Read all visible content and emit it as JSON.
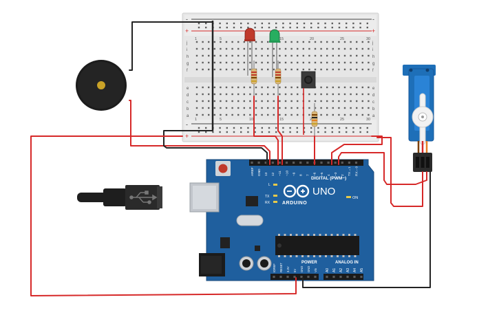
{
  "breadboard": {
    "row_letters_top": [
      "j",
      "i",
      "h",
      "g",
      "f"
    ],
    "row_letters_bottom": [
      "e",
      "d",
      "c",
      "b",
      "a"
    ],
    "column_numbers": [
      "1",
      "5",
      "10",
      "15",
      "20",
      "25",
      "30"
    ],
    "rail_plus": "+",
    "rail_minus": "-"
  },
  "arduino": {
    "brand": "ARDUINO",
    "model": "UNO",
    "on_label": "ON",
    "l_label": "L",
    "tx_label": "TX",
    "rx_label": "RX",
    "digital_label": "DIGITAL (PWM~)",
    "power_label": "POWER",
    "analog_label": "ANALOG IN",
    "header_top": [
      "AREF",
      "GND",
      "13",
      "12",
      "~11",
      "~10",
      "~9",
      "8",
      "7",
      "~6",
      "~5",
      "4",
      "~3",
      "2",
      "TX→1",
      "RX←0"
    ],
    "header_power": [
      "IOREF",
      "RESET",
      "3.3V",
      "5V",
      "GND",
      "GND",
      "Vin"
    ],
    "header_analog": [
      "A0",
      "A1",
      "A2",
      "A3",
      "A4",
      "A5"
    ]
  },
  "components": {
    "led_red": "#c0392b",
    "led_green": "#27ae60",
    "board_blue": "#1f5f9e",
    "servo_blue": "#1e6fb8",
    "wire_red": "#d62828",
    "wire_black": "#222222"
  }
}
